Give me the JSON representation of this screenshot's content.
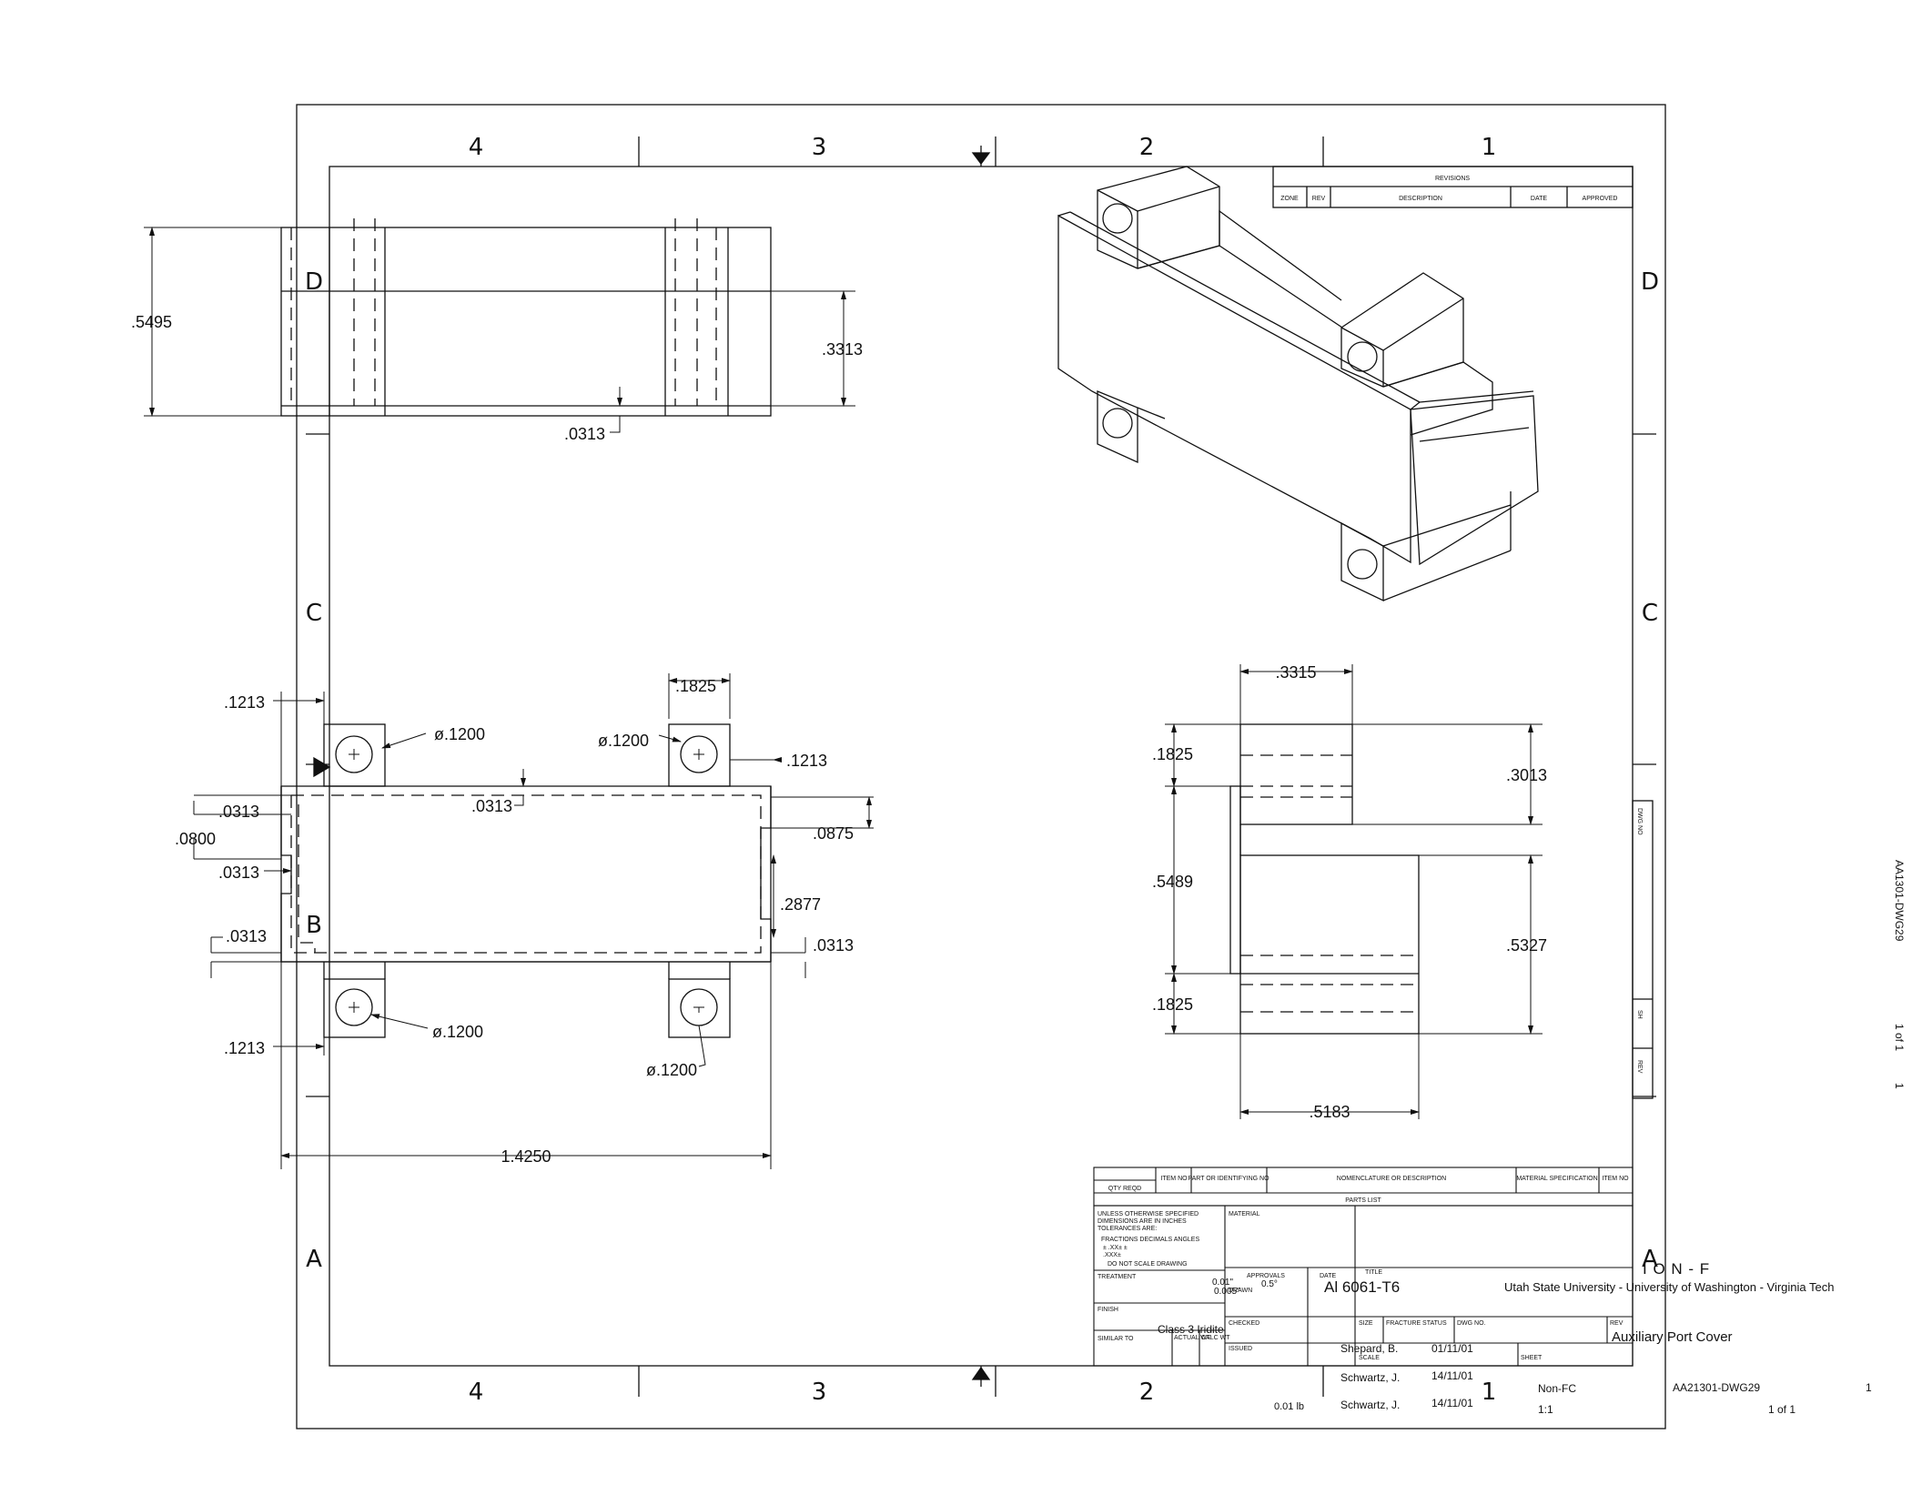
{
  "zones": {
    "columns": [
      "4",
      "3",
      "2",
      "1"
    ],
    "rows": [
      "D",
      "C",
      "B",
      "A"
    ]
  },
  "revisions": {
    "title": "REVISIONS",
    "headers": [
      "ZONE",
      "REV",
      "DESCRIPTION",
      "DATE",
      "APPROVED"
    ]
  },
  "dimensions": {
    "front": {
      "height": ".5495",
      "inner_height": ".3313",
      "base": ".0313"
    },
    "top": {
      "left_offset_top": ".1213",
      "left_offset_bottom": ".1213",
      "hole_tl": "ø.1200",
      "hole_tr": "ø.1200",
      "hole_bl": "ø.1200",
      "hole_br": "ø.1200",
      "hole_spacing": ".1825",
      "right_offset": ".1213",
      "wall_top": ".0313",
      "left_wall_1": ".0313",
      "left_gap": ".0800",
      "left_wall_2": ".0313",
      "left_wall_3": ".0313",
      "right_step": ".0875",
      "inner_height": ".2877",
      "right_wall": ".0313",
      "overall_width": "1.4250"
    },
    "side": {
      "width": ".3315",
      "top_tab": ".1825",
      "upper": ".3013",
      "body": ".5489",
      "lower": ".5327",
      "bottom_tab": ".1825",
      "base_width": ".5183"
    }
  },
  "parts_list": {
    "headers": [
      "QTY REQD",
      "ITEM NO",
      "PART OR IDENTIFYING NO",
      "NOMENCLATURE OR DESCRIPTION",
      "MATERIAL SPECIFICATION",
      "ITEM NO"
    ],
    "title": "PARTS LIST"
  },
  "title_block": {
    "tolerance_notes": [
      "UNLESS OTHERWISE SPECIFIED",
      "DIMENSIONS ARE IN INCHES",
      "TOLERANCES ARE:",
      "FRACTIONS   DECIMALS   ANGLES",
      "±       .XX±       ±",
      "         .XXX±",
      "DO NOT SCALE DRAWING"
    ],
    "material_label": "MATERIAL",
    "treatment_label": "TREATMENT",
    "finish_label": "FINISH",
    "similar_label": "SIMILAR TO",
    "actual_wt_label": "ACTUAL WT",
    "calc_wt_label": "CALC WT",
    "approvals_label": "APPROVALS",
    "date_label": "DATE",
    "drawn_label": "DRAWN",
    "checked_label": "CHECKED",
    "issued_label": "ISSUED",
    "title_label": "TITLE",
    "size_label": "SIZE",
    "fracture_label": "FRACTURE STATUS",
    "dwg_no_label": "DWG NO.",
    "rev_label": "REV",
    "scale_label": "SCALE",
    "sheet_label": "SHEET",
    "material": "Al 6061-T6",
    "tol_decimal": "0.01\"",
    "tol_angle": "0.5°",
    "tol_decimal_3": "0.005\"",
    "finish_class": "Class 3 Iridite",
    "drawn_name": "Shepard, B.",
    "drawn_date": "01/11/01",
    "checked_name": "Schwartz, J.",
    "checked_date": "14/11/01",
    "issued_name": "Schwartz, J.",
    "issued_date": "14/11/01",
    "weight": "0.01 lb",
    "org_header": "I O N - F",
    "org": "Utah State University - University of Washington - Virginia Tech",
    "title": "Auxiliary Port Cover",
    "fracture": "Non-FC",
    "dwg_no": "AA21301-DWG29",
    "rev": "1",
    "scale": "1:1",
    "sheet": "1 of 1"
  },
  "side_strip": {
    "dwg_label": "DWG NO",
    "sh_label": "SH",
    "rev_label": "REV",
    "dwg_no": "AA1301-DWG29",
    "sheet": "1 of 1",
    "rev": "1"
  }
}
